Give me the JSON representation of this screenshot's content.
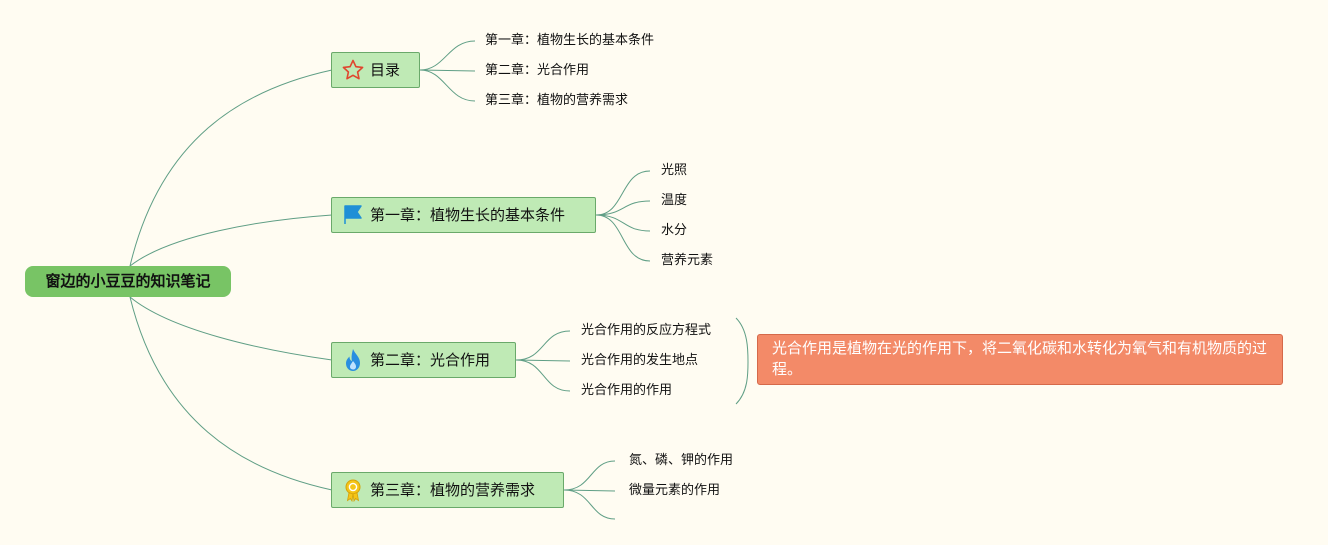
{
  "root": {
    "label": "窗边的小豆豆的知识笔记"
  },
  "branches": [
    {
      "label": "目录",
      "icon": "star-icon",
      "children": [
        "第一章：植物生长的基本条件",
        "第二章：光合作用",
        "第三章：植物的营养需求"
      ]
    },
    {
      "label": "第一章：植物生长的基本条件",
      "icon": "flag-icon",
      "children": [
        "光照",
        "温度",
        "水分",
        "营养元素"
      ]
    },
    {
      "label": "第二章：光合作用",
      "icon": "flame-icon",
      "children": [
        "光合作用的反应方程式",
        "光合作用的发生地点",
        "光合作用的作用"
      ],
      "summary": "光合作用是植物在光的作用下，将二氧化碳和水转化为氧气和有机物质的过程。"
    },
    {
      "label": "第三章：植物的营养需求",
      "icon": "award-ribbon-icon",
      "children": [
        "氮、磷、钾的作用",
        "微量元素的作用",
        ""
      ]
    }
  ],
  "colors": {
    "background": "#fffcf2",
    "root_fill": "#78c465",
    "branch_fill": "#bfeab5",
    "branch_border": "#6aa96a",
    "connector": "#5f9e85",
    "summary_fill": "#f38a68"
  }
}
